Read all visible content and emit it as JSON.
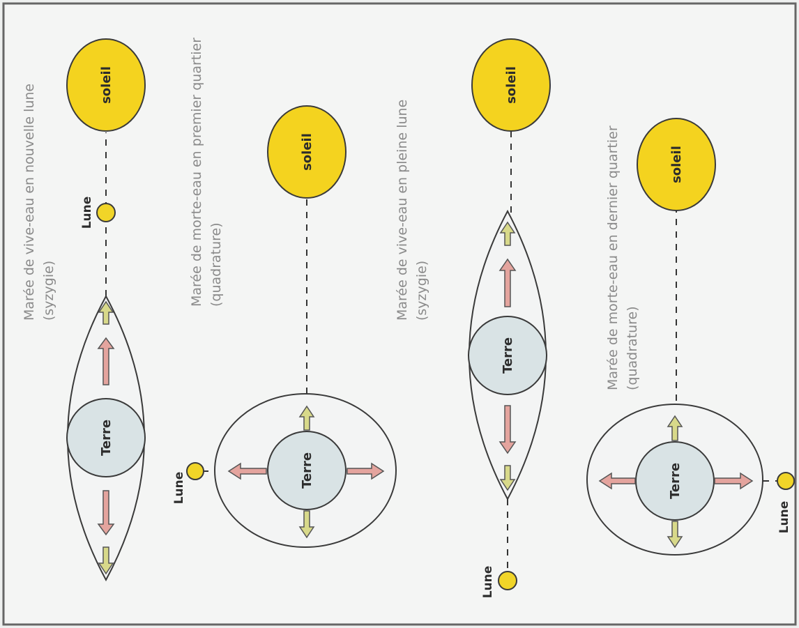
{
  "panels": [
    {
      "caption": "Marée de vive-eau en nouvelle lune",
      "subcaption": "(syzygie)",
      "earth_label": "Terre",
      "sun_label": "soleil",
      "moon_label": "Lune"
    },
    {
      "caption": "Marée de morte-eau en premier quartier",
      "subcaption": "(quadrature)",
      "earth_label": "Terre",
      "sun_label": "soleil",
      "moon_label": "Lune"
    },
    {
      "caption": "Marée de vive-eau en pleine lune",
      "subcaption": "(syzygie)",
      "earth_label": "Terre",
      "sun_label": "soleil",
      "moon_label": "Lune"
    },
    {
      "caption": "Marée de morte-eau en dernier quartier",
      "subcaption": "(quadrature)",
      "earth_label": "Terre",
      "sun_label": "soleil",
      "moon_label": "Lune"
    }
  ],
  "colors": {
    "sun": "#f4d31f",
    "moon": "#f1d528",
    "earth": "#d9e3e5",
    "water_bulge": "#f3f4f4",
    "tidal_arrow_main": "#e4a49e",
    "tidal_arrow_secondary": "#d8d98a"
  }
}
